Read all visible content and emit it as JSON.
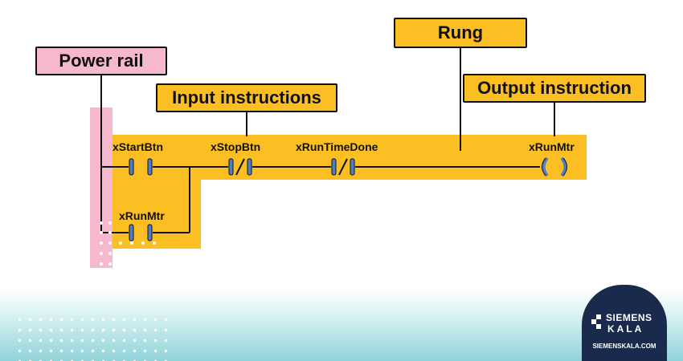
{
  "labels": {
    "power_rail": "Power rail",
    "input_instructions": "Input instructions",
    "rung": "Rung",
    "output_instruction": "Output instruction"
  },
  "contacts": {
    "start": "xStartBtn",
    "stop": "xStopBtn",
    "runtime": "xRunTimeDone",
    "coil": "xRunMtr",
    "seal": "xRunMtr"
  },
  "logo": {
    "line1": "SIEMENS",
    "line2": "KALA",
    "url": "SIEMENSKALA.COM"
  },
  "colors": {
    "highlight_yellow": "#fbbf24",
    "power_rail_pink": "#f6b8cc",
    "contact_blue": "#4e7ec8",
    "logo_navy": "#1a2a4c"
  }
}
